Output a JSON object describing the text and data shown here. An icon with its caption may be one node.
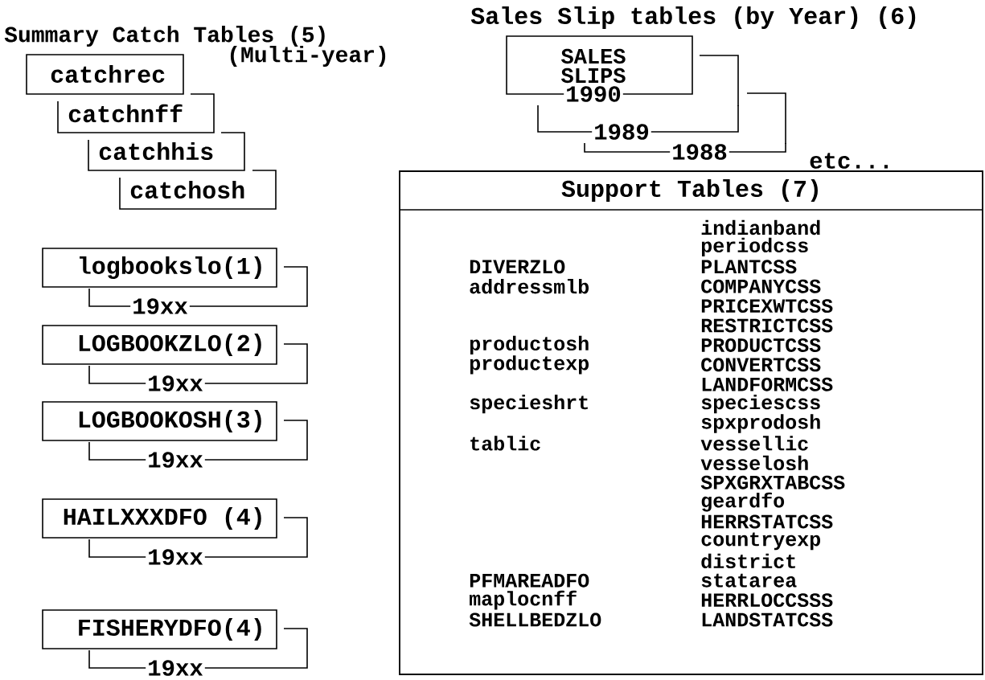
{
  "diagram": {
    "nodes": [
      {
        "text": [
          "catchrec"
        ]
      },
      {
        "text": [
          "catchnff"
        ]
      },
      {
        "text": [
          "catchhis"
        ]
      },
      {
        "text": [
          "catchosh"
        ]
      },
      {
        "text": [
          "SALES SLIPS",
          "1990"
        ]
      },
      {
        "text": [
          "1989"
        ]
      },
      {
        "text": [
          "1988"
        ]
      },
      {
        "text": [
          "logbookslo(1)"
        ]
      },
      {
        "text": [
          "19xx"
        ]
      },
      {
        "text": [
          "LOGBOOKZLO(2)"
        ]
      },
      {
        "text": [
          "19xx"
        ]
      },
      {
        "text": [
          "LOGBOOKOSH(3)"
        ]
      },
      {
        "text": [
          "19xx"
        ]
      },
      {
        "text": [
          "HAILXXXDFO (4)"
        ]
      },
      {
        "text": [
          "19xx"
        ]
      },
      {
        "text": [
          "FISHERYDFO(4)"
        ]
      },
      {
        "text": [
          "19xx"
        ]
      },
      {
        "text": [
          "Support Tables (7)"
        ]
      }
    ],
    "labels": [
      "Summary Catch Tables (5)",
      "(Multi-year)",
      "Sales Slip tables (by Year) (6)",
      "etc...",
      "indianband",
      "periodcss",
      "DIVERZLO",
      "PLANTCSS",
      "addressmlb",
      "COMPANYCSS",
      "PRICEXWTCSS",
      "RESTRICTCSS",
      "productosh",
      "PRODUCTCSS",
      "productexp",
      "CONVERTCSS",
      "LANDFORMCSS",
      "specieshrt",
      "speciescss",
      "spxprodosh",
      "tablic",
      "vessellic",
      "vesselosh",
      "SPXGRXTABCSS",
      "geardfo",
      "HERRSTATCSS",
      "countryexp",
      "district",
      "PFMAREADFO",
      "statarea",
      "maplocnff",
      "HERRLOCCSSS",
      "SHELLBEDZLO",
      "LANDSTATCSS"
    ]
  }
}
